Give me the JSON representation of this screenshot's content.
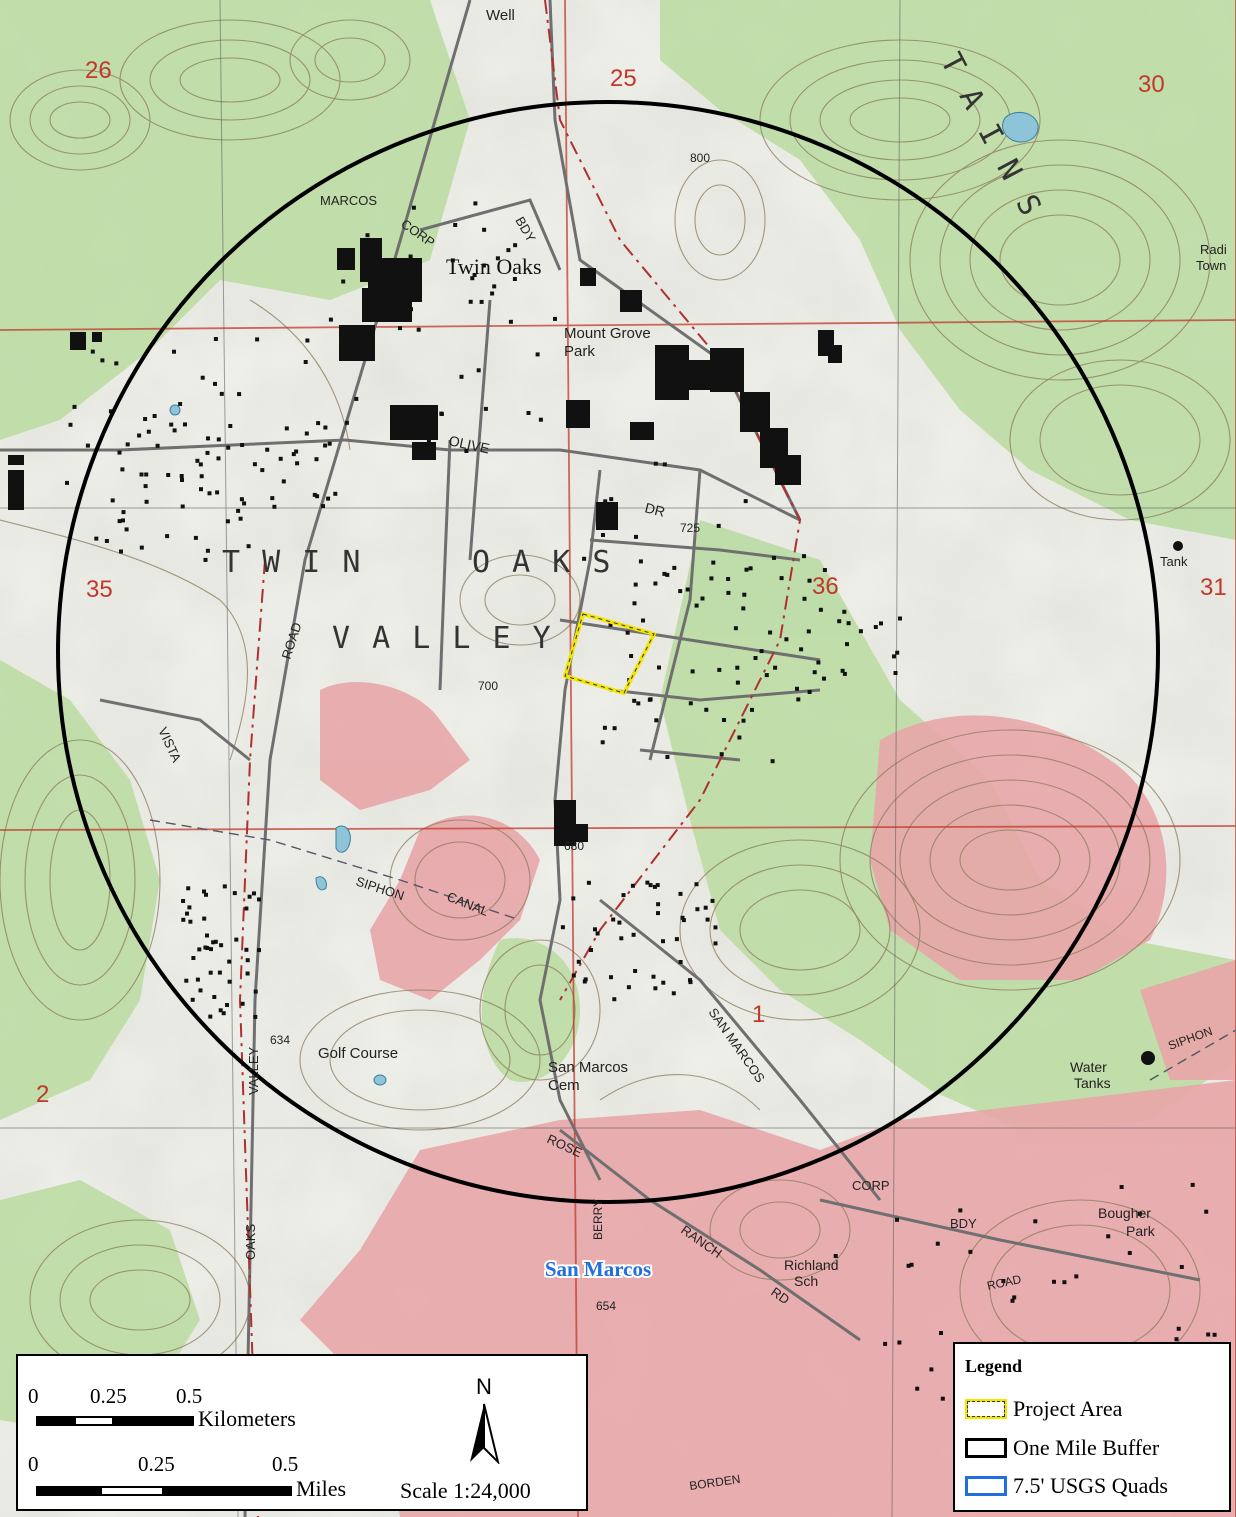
{
  "labels": {
    "sections": [
      "26",
      "25",
      "30",
      "35",
      "36",
      "31",
      "1",
      "2"
    ],
    "place_twin_oaks": "Twin Oaks",
    "place_mount_grove": "Mount Grove",
    "place_park": "Park",
    "valley_twin": "T W I N",
    "valley_oaks": "O A K S",
    "valley_valley": "V A L L E Y",
    "mountains": "T A I N S",
    "road_olive": "OLIVE",
    "road_dr": "DR",
    "road_corp": "CORP",
    "road_bdy": "BDY",
    "road_marcos": "MARCOS",
    "road_siphon": "SIPHON",
    "road_canal": "CANAL",
    "road_san_marcos": "SAN MARCOS",
    "road_rose": "ROSE",
    "road_ranch": "RANCH",
    "road_rd": "RD",
    "road_valley": "VALLEY",
    "road_road": "ROAD",
    "road_vista": "VISTA",
    "road_oaks": "OAKS",
    "road_borden": "BORDEN",
    "road_berry": "BERRY",
    "road_siphon_east": "SIPHON",
    "golf_course": "Golf Course",
    "san_marcos_cem_1": "San Marcos",
    "san_marcos_cem_2": "Cem",
    "water_tanks_1": "Water",
    "water_tanks_2": "Tanks",
    "richland_1": "Richland",
    "richland_2": "Sch",
    "bougher_1": "Bougher",
    "bougher_2": "Park",
    "tank": "Tank",
    "well": "Well",
    "radio_1": "Radi",
    "radio_2": "Town",
    "corp_bdy_east_1": "CORP",
    "corp_bdy_east_2": "BDY",
    "road_east": "ROAD",
    "city_san_marcos": "San Marcos",
    "elev_680": "680",
    "elev_634": "634",
    "elev_654": "654",
    "elev_700": "700",
    "elev_725": "725",
    "elev_800": "800"
  },
  "scale": {
    "km_ticks": [
      "0",
      "0.25",
      "0.5"
    ],
    "km_unit": "Kilometers",
    "mi_ticks": [
      "0",
      "0.25",
      "0.5"
    ],
    "mi_unit": "Miles",
    "north": "N",
    "ratio": "Scale 1:24,000"
  },
  "legend": {
    "title": "Legend",
    "items": [
      {
        "label": "Project Area",
        "color": "#f2e600"
      },
      {
        "label": "One Mile Buffer",
        "color": "#000000"
      },
      {
        "label": "7.5' USGS Quads",
        "color": "#1f6fe0"
      }
    ]
  },
  "colors": {
    "vegetation": "#b8dba0",
    "urban": "#e8a6a8",
    "contour": "#8a7a5a",
    "grid": "#c0392b",
    "road": "#6f6f6f",
    "buffer": "#000000",
    "project": "#f2e600",
    "city_label": "#1f6fe0"
  }
}
